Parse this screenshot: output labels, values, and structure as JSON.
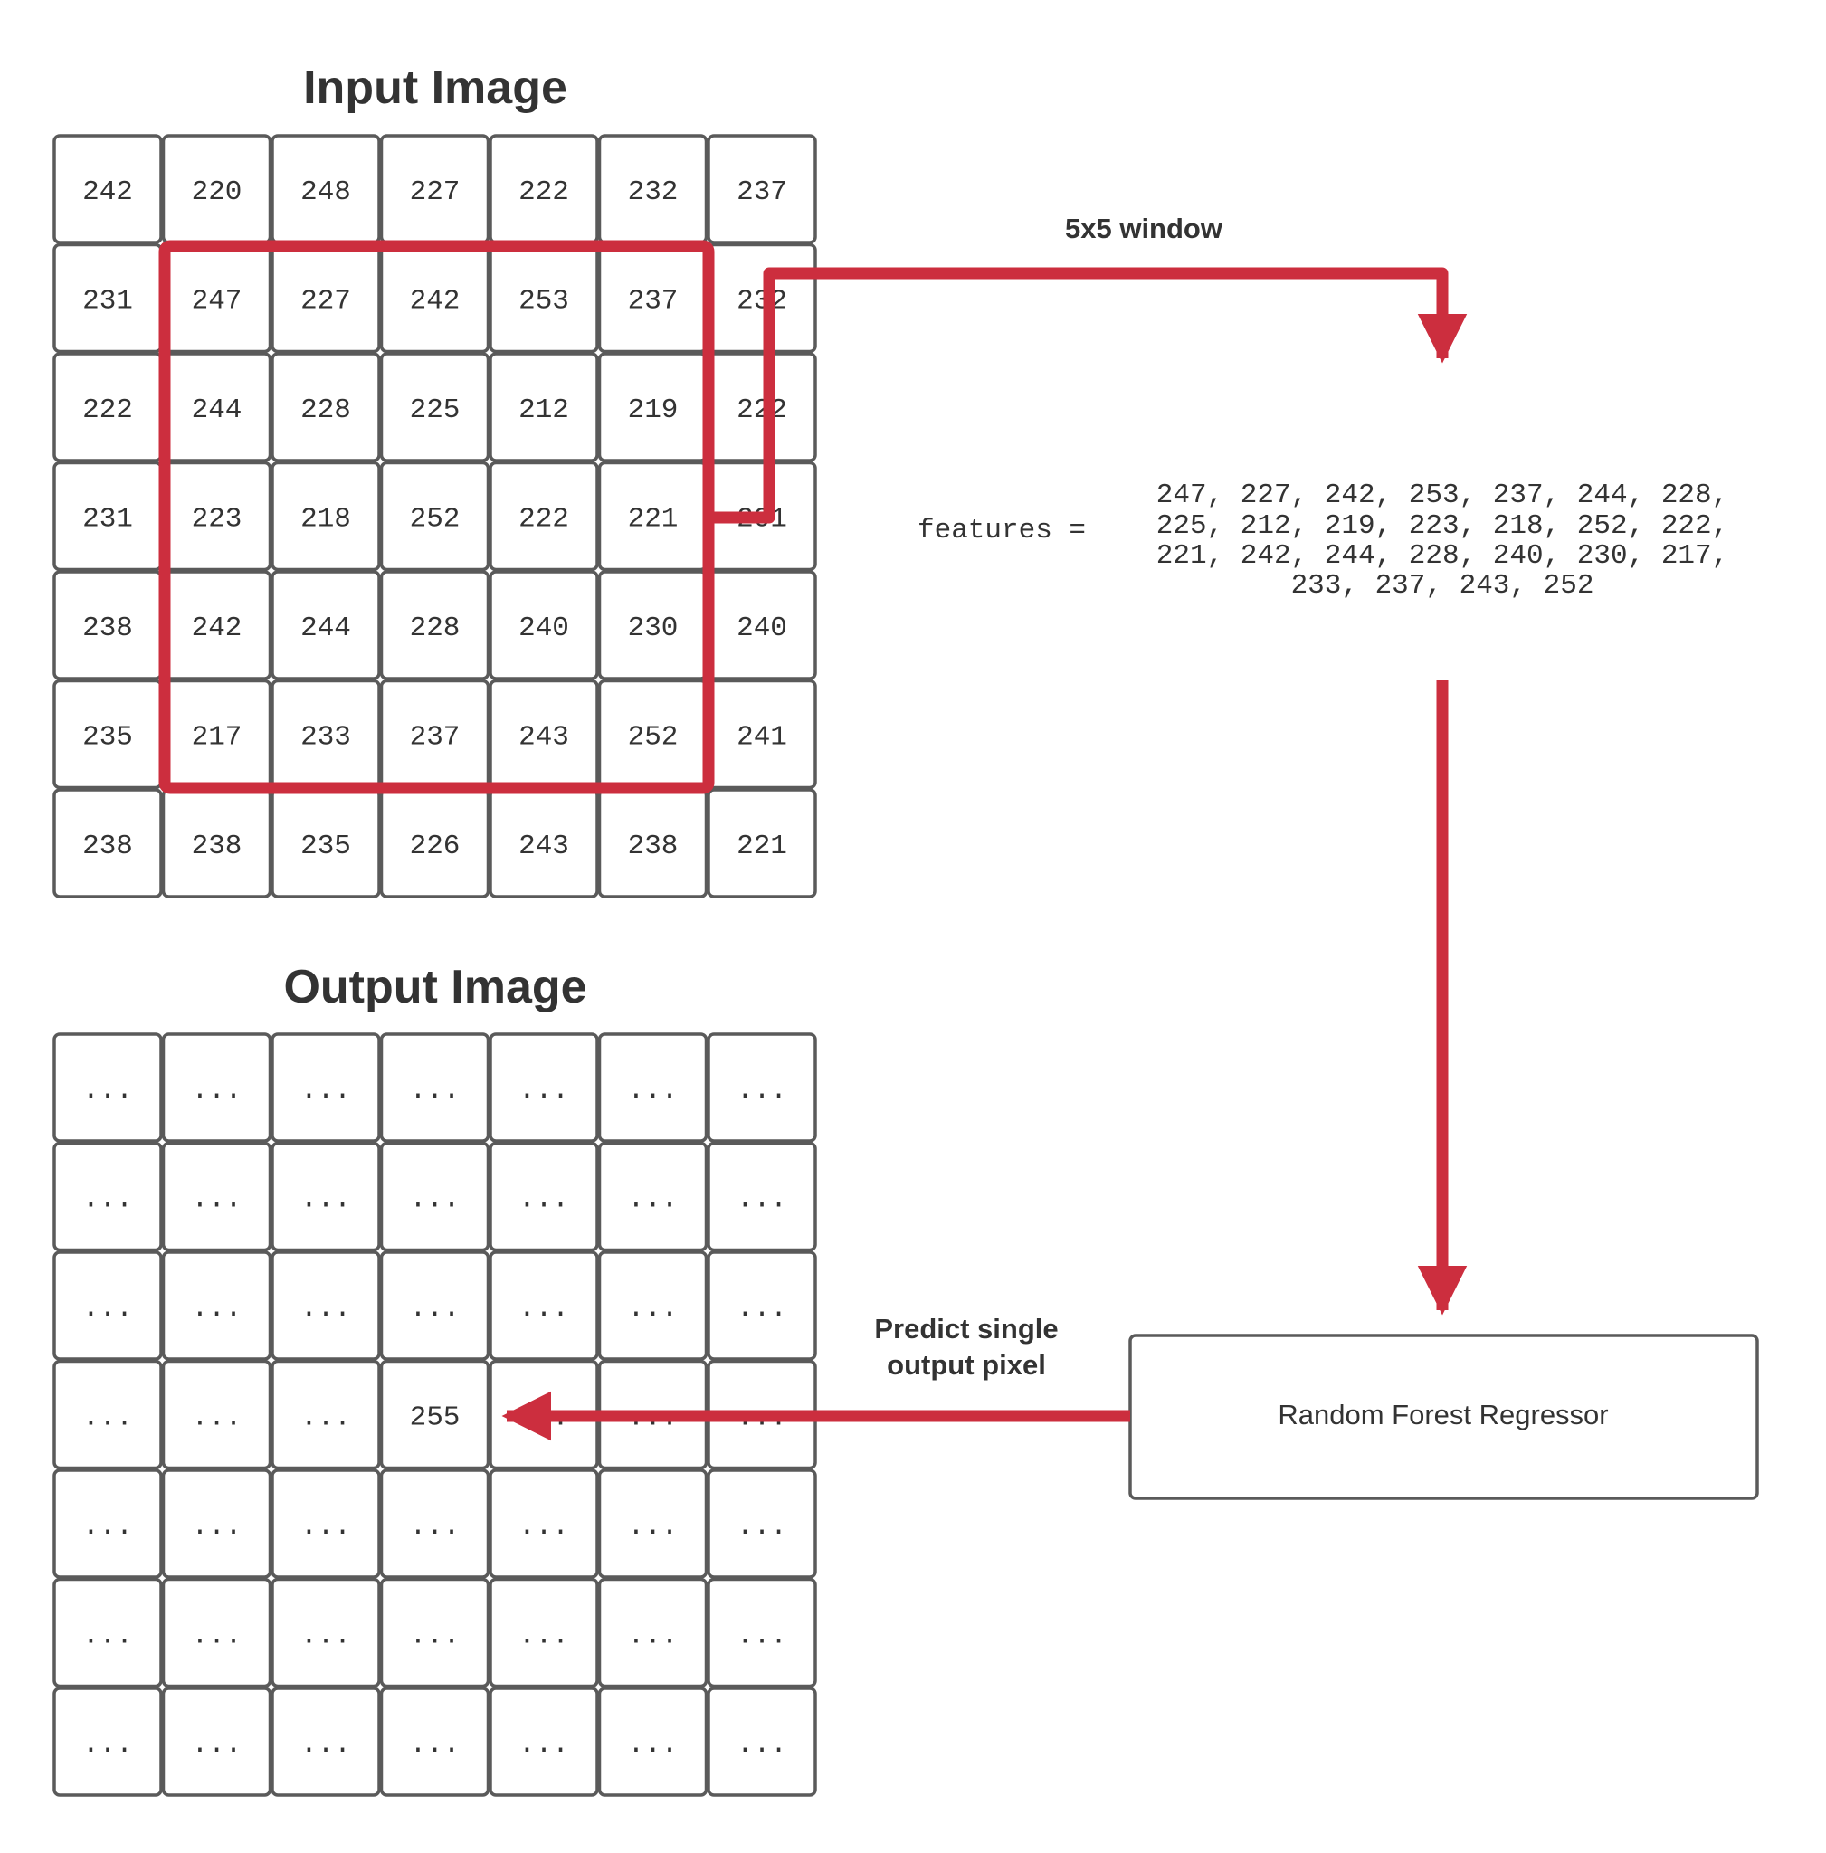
{
  "input_image": {
    "title": "Input Image",
    "rows": [
      [
        "242",
        "220",
        "248",
        "227",
        "222",
        "232",
        "237"
      ],
      [
        "231",
        "247",
        "227",
        "242",
        "253",
        "237",
        "232"
      ],
      [
        "222",
        "244",
        "228",
        "225",
        "212",
        "219",
        "222"
      ],
      [
        "231",
        "223",
        "218",
        "252",
        "222",
        "221",
        "201"
      ],
      [
        "238",
        "242",
        "244",
        "228",
        "240",
        "230",
        "240"
      ],
      [
        "235",
        "217",
        "233",
        "237",
        "243",
        "252",
        "241"
      ],
      [
        "238",
        "238",
        "235",
        "226",
        "243",
        "238",
        "221"
      ]
    ]
  },
  "output_image": {
    "title": "Output Image",
    "placeholder": "...",
    "predicted_value": "255"
  },
  "window_label": "5x5 window",
  "features": {
    "label": "features =",
    "lines": [
      "247, 227, 242, 253, 237, 244, 228,",
      "225, 212, 219, 223, 218, 252, 222,",
      "221, 242, 244, 228, 240, 230, 217,",
      "233, 237, 243, 252"
    ]
  },
  "model": {
    "label": "Random Forest Regressor"
  },
  "predict_label": {
    "line1": "Predict single",
    "line2": "output pixel"
  },
  "colors": {
    "accent": "#cc2e3e",
    "cell_border": "#5a5a5a",
    "text": "#333333"
  }
}
